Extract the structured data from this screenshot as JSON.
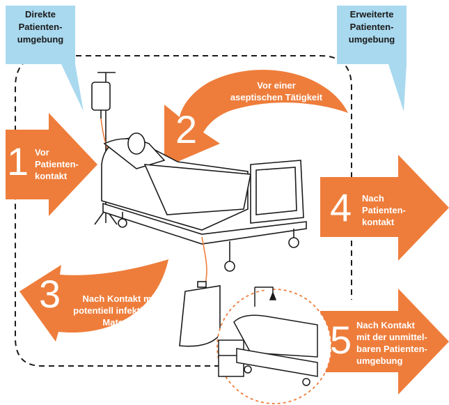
{
  "colors": {
    "arrow": "#ee7d3b",
    "callout": "#a9d9ef",
    "line": "#1a1a1a"
  },
  "callouts": {
    "direct": "Direkte\nPatienten-\numgebung",
    "extended": "Erweiterte\nPatienten-\numgebung"
  },
  "moments": [
    {
      "number": "1",
      "text": "Vor\nPatienten-\nkontakt"
    },
    {
      "number": "2",
      "text": "Vor einer\naseptischen Tätigkeit"
    },
    {
      "number": "3",
      "text": "Nach Kontakt mit\npotentiell infektiösem\nMaterial"
    },
    {
      "number": "4",
      "text": "Nach\nPatienten-\nkontakt"
    },
    {
      "number": "5",
      "text": "Nach Kontakt\nmit der unmittel-\nbaren Patienten-\numgebung"
    }
  ]
}
